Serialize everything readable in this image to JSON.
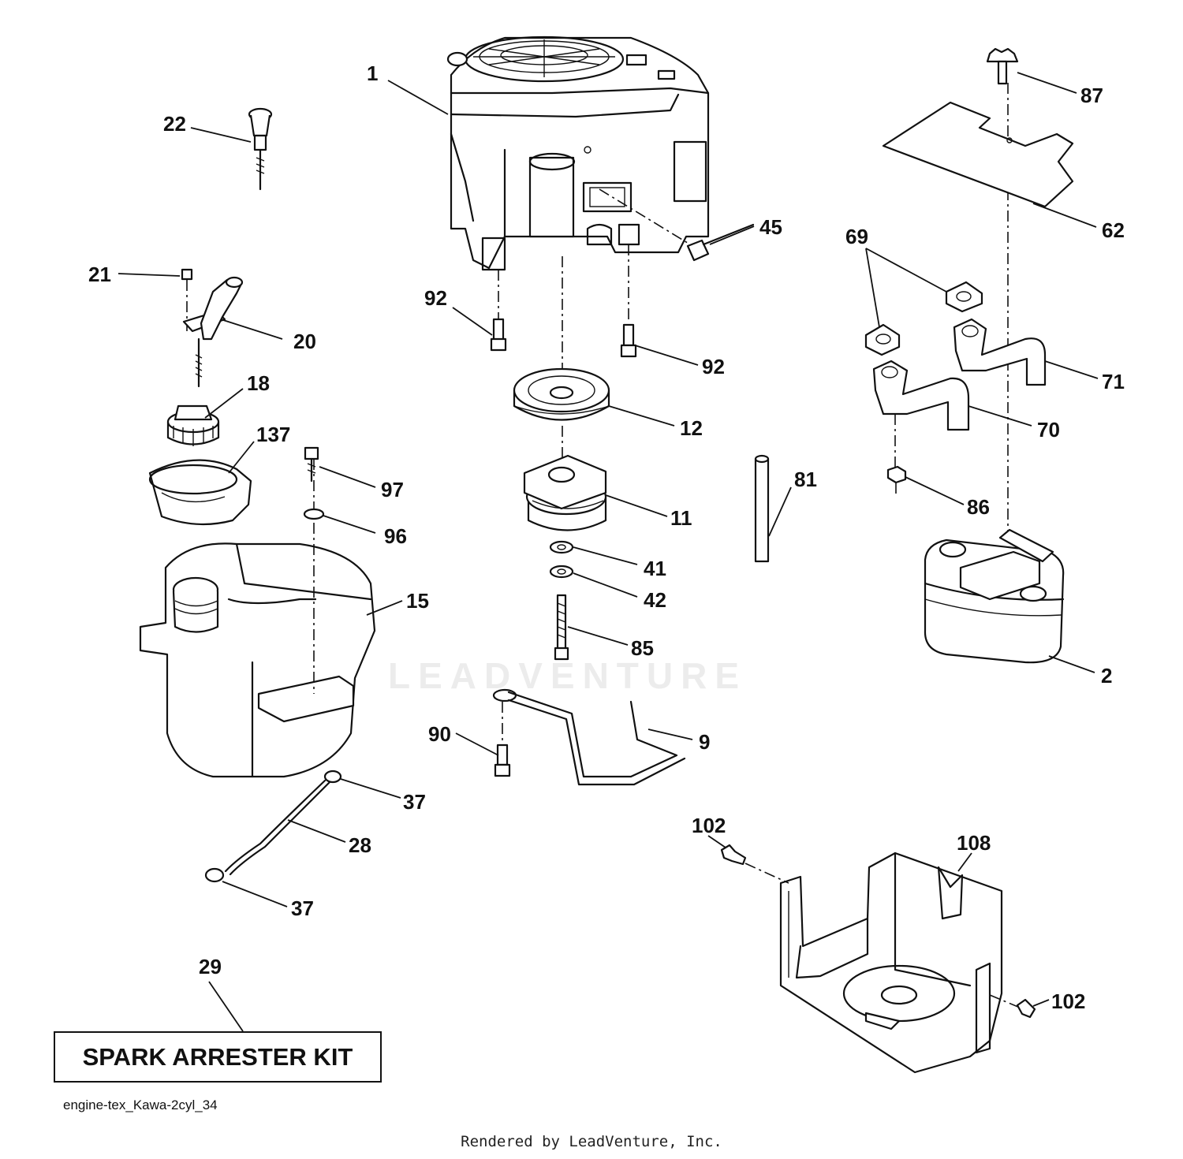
{
  "watermark": "LEADVENTURE",
  "callouts": [
    "1",
    "22",
    "21",
    "20",
    "18",
    "137",
    "97",
    "96",
    "15",
    "37",
    "28",
    "37",
    "29",
    "45",
    "92",
    "92",
    "12",
    "11",
    "41",
    "42",
    "85",
    "9",
    "90",
    "81",
    "87",
    "62",
    "69",
    "71",
    "70",
    "86",
    "2",
    "102",
    "108",
    "102"
  ],
  "kit_label": "SPARK ARRESTER KIT",
  "diagram_id": "engine-tex_Kawa-2cyl_34",
  "footer": "Rendered by LeadVenture, Inc."
}
